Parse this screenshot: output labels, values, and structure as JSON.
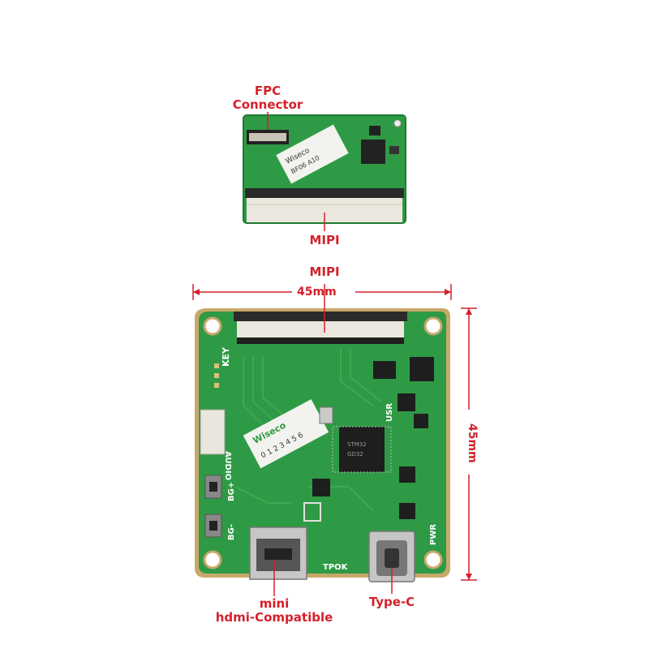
{
  "labels": {
    "fpc_line1": "FPC",
    "fpc_line2": "Connector",
    "mipi_small": "MIPI",
    "mipi_large": "MIPI",
    "mini_line1": "mini",
    "mini_line2": "hdmi-Compatible",
    "typec": "Type-C"
  },
  "dimensions": {
    "width": "45mm",
    "height": "45mm"
  },
  "silkscreen": {
    "key": "KEY",
    "audio": "AUDIO",
    "usr": "USR",
    "bg_plus": "BG+",
    "bg_minus": "BG-",
    "pwr": "PWR",
    "tpok": "TPOK"
  },
  "colors": {
    "annotation": "#d4212a",
    "pcb": "#2f9a45",
    "pcb_edge": "#c8a86a"
  }
}
